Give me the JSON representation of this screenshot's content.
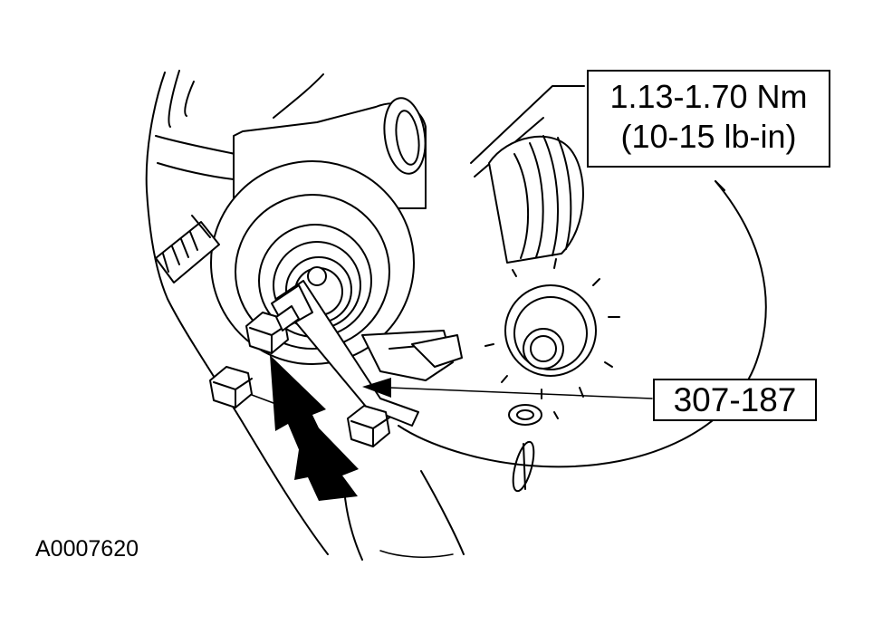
{
  "figure_id": "A0007620",
  "callouts": {
    "torque": {
      "line1": "1.13-1.70 Nm",
      "line2": "(10-15 lb-in)"
    },
    "tool": {
      "label": "307-187"
    }
  },
  "colors": {
    "ink": "#000000",
    "paper": "#ffffff"
  }
}
